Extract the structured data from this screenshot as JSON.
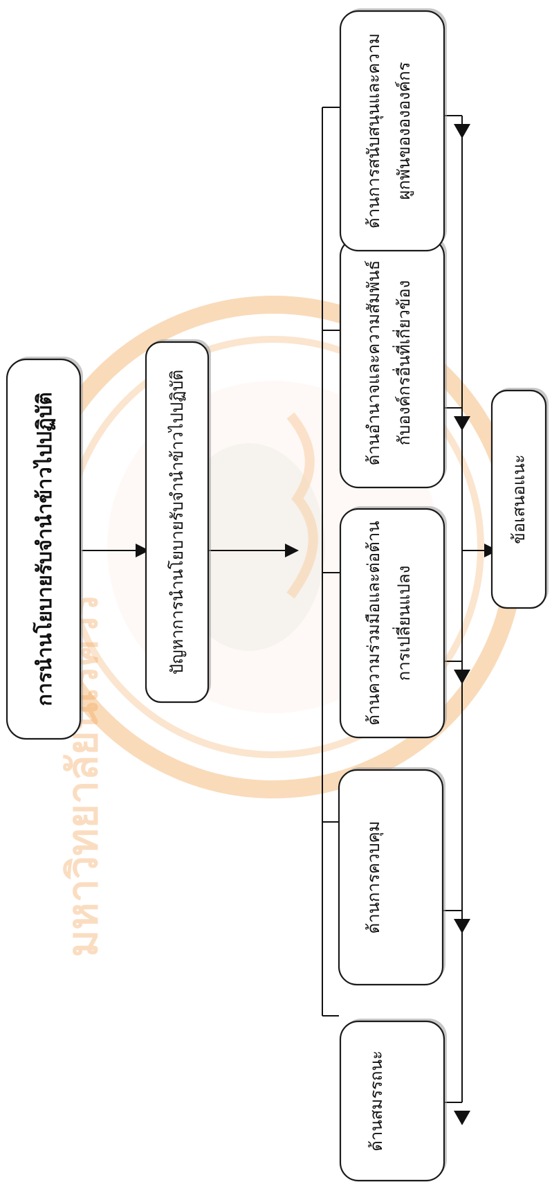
{
  "diagram": {
    "policy_box": "การนำนโยบายรับจำนำข้าวไปปฏิบัติ",
    "problems_box": "ปัญหาการนำนโยบายรับจำนำข้าวไปปฏิบัติ",
    "factors": [
      {
        "line1": "ด้านสมรรถนะ",
        "line2": ""
      },
      {
        "line1": "ด้านการควบคุม",
        "line2": ""
      },
      {
        "line1": "ด้านความร่วมมือและต่อต้าน",
        "line2": "การเปลี่ยนแปลง"
      },
      {
        "line1": "ด้านอำนาจและความสัมพันธ์",
        "line2": "กับองค์กรอื่นที่เกี่ยวข้อง"
      },
      {
        "line1": "ด้านการสนับสนุนและความ",
        "line2": "ผูกพันของององค์กร"
      }
    ],
    "recommendation_box": "ข้อเสนอแนะ"
  },
  "watermark": {
    "text": "มหาวิทยาลัยนเรศวร",
    "color": "#f3a050"
  }
}
